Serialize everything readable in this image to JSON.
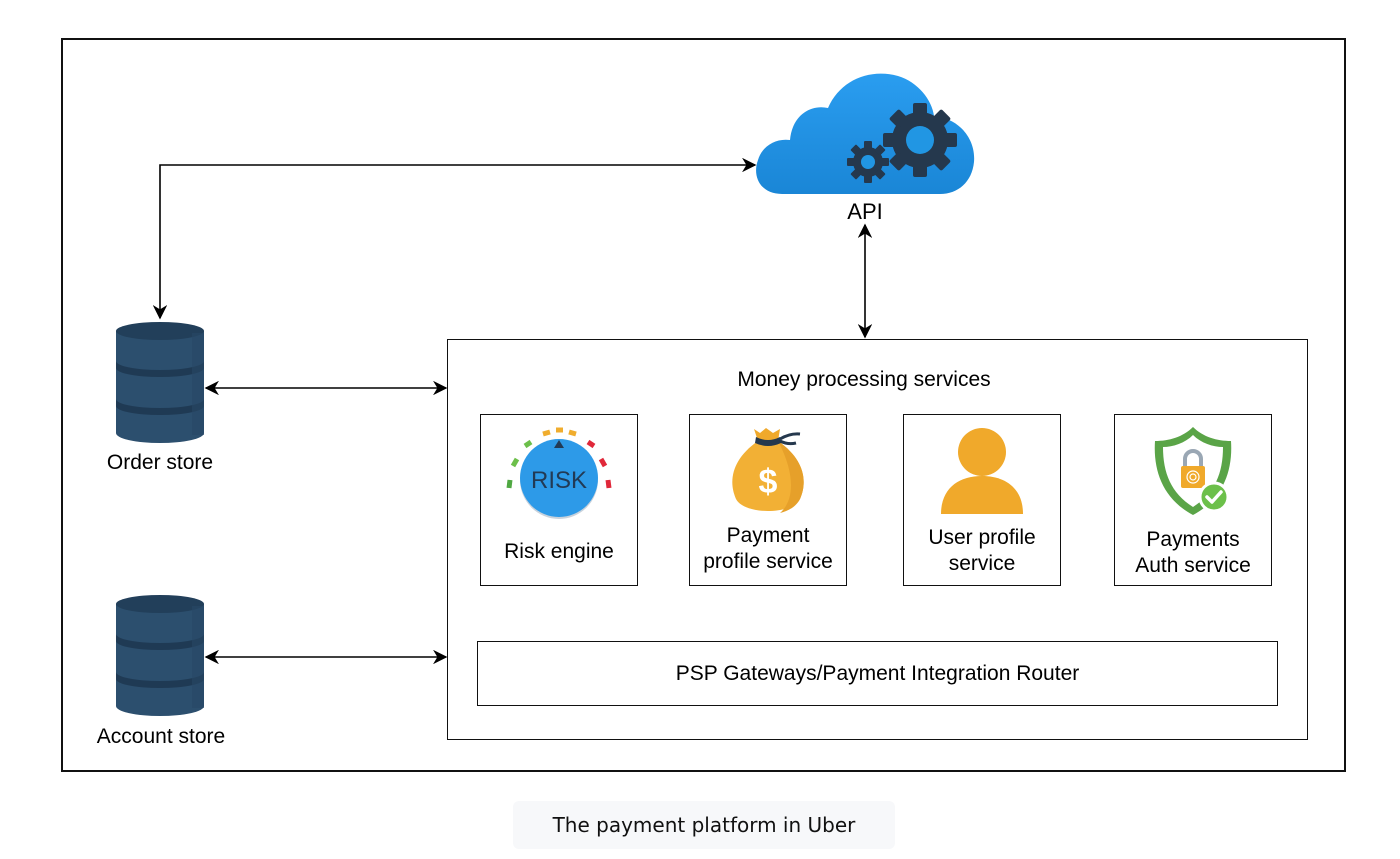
{
  "diagram": {
    "api": {
      "label": "API",
      "icon": "cloud-gears-icon",
      "color": "#2196e3"
    },
    "stores": [
      {
        "id": "order-store",
        "label": "Order store",
        "icon": "database-icon",
        "color": "#2c4f6e"
      },
      {
        "id": "account-store",
        "label": "Account store",
        "icon": "database-icon",
        "color": "#2c4f6e"
      }
    ],
    "services_panel": {
      "title": "Money processing services",
      "services": [
        {
          "id": "risk-engine",
          "label": "Risk engine",
          "icon": "risk-gauge-icon",
          "icon_text": "RISK"
        },
        {
          "id": "payment-profile-service",
          "label_lines": [
            "Payment",
            "profile service"
          ],
          "icon": "money-bag-icon",
          "icon_text": "$"
        },
        {
          "id": "user-profile-service",
          "label_lines": [
            "User profile",
            "service"
          ],
          "icon": "user-icon"
        },
        {
          "id": "payments-auth-service",
          "label_lines": [
            "Payments",
            "Auth service"
          ],
          "icon": "shield-lock-icon"
        }
      ],
      "router": {
        "label": "PSP Gateways/Payment Integration Router"
      }
    },
    "connections": [
      {
        "from": "order-store",
        "to": "api",
        "direction": "bidirectional"
      },
      {
        "from": "api",
        "to": "money-processing-services",
        "direction": "bidirectional"
      },
      {
        "from": "order-store",
        "to": "money-processing-services",
        "direction": "bidirectional"
      },
      {
        "from": "account-store",
        "to": "money-processing-services",
        "direction": "bidirectional"
      }
    ],
    "colors": {
      "accent_orange": "#f0a92b",
      "shield_green": "#5aa447",
      "check_green": "#6cc04a",
      "gear_dark": "#25384d"
    }
  },
  "caption": "The payment platform in Uber"
}
